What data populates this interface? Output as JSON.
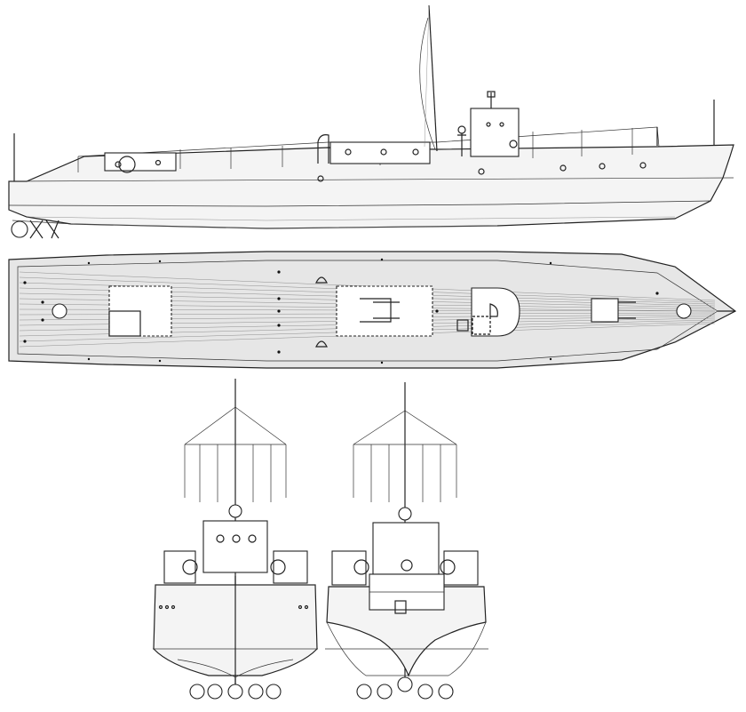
{
  "drawing": {
    "views": [
      "side-elevation",
      "deck-plan",
      "bow-view",
      "stern-view"
    ],
    "line_color": "#222222",
    "hull_fill": "#f4f4f4",
    "deck_fill": "#e6e6e6",
    "background": "#ffffff"
  }
}
